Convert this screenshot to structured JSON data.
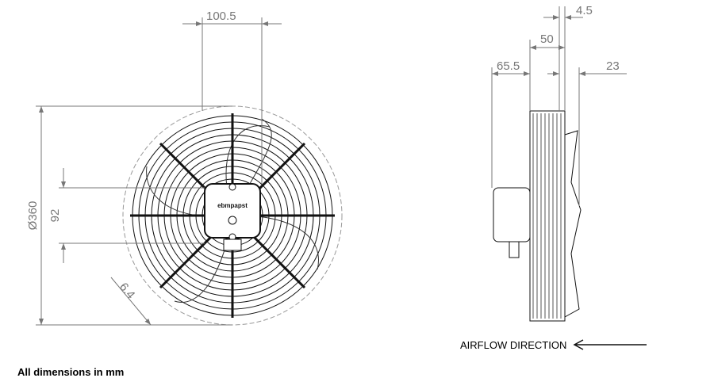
{
  "dimensions": {
    "fan_diameter": "Ø360",
    "box_height": "92",
    "box_offset": "100.5",
    "mount_hole": "6.4",
    "front_offset": "4.5",
    "depth": "50",
    "motor_depth": "65.5",
    "hub_protrusion": "23"
  },
  "brand_label": "ebmpapst",
  "airflow_label": "AIRFLOW DIRECTION",
  "footer_note": "All dimensions in mm"
}
